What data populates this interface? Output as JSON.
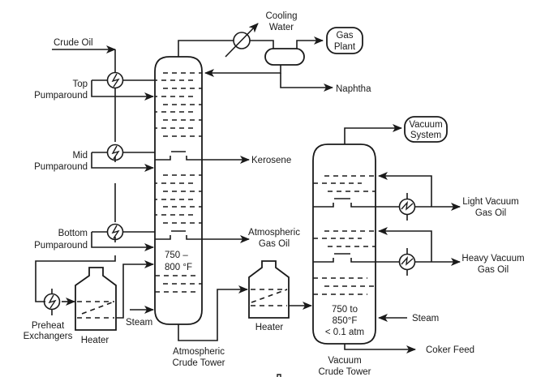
{
  "title": "Crude Oil Distillation Process Flow",
  "inputs": {
    "crude_oil": "Crude Oil",
    "cooling_water_1": "Cooling",
    "cooling_water_2": "Water",
    "steam_atm": "Steam",
    "steam_vac": "Steam"
  },
  "pumparounds": {
    "top_1": "Top",
    "top_2": "Pumparound",
    "mid_1": "Mid",
    "mid_2": "Pumparound",
    "bottom_1": "Bottom",
    "bottom_2": "Pumparound"
  },
  "equipment": {
    "preheat_1": "Preheat",
    "preheat_2": "Exchangers",
    "heater_1": "Heater",
    "heater_2": "Heater",
    "atm_tower_1": "Atmospheric",
    "atm_tower_2": "Crude Tower",
    "vac_tower_1": "Vacuum",
    "vac_tower_2": "Crude Tower"
  },
  "conditions": {
    "atm_temp_1": "750 –",
    "atm_temp_2": "800 °F",
    "vac_temp_1": "750 to",
    "vac_temp_2": "850°F",
    "vac_pressure": "< 0.1 atm"
  },
  "destinations": {
    "gas_plant_1": "Gas",
    "gas_plant_2": "Plant",
    "vacuum_system_1": "Vacuum",
    "vacuum_system_2": "System"
  },
  "products": {
    "naphtha": "Naphtha",
    "kerosene": "Kerosene",
    "ago_1": "Atmospheric",
    "ago_2": "Gas Oil",
    "lvgo_1": "Light Vacuum",
    "lvgo_2": "Gas Oil",
    "hvgo_1": "Heavy Vacuum",
    "hvgo_2": "Gas Oil",
    "coker_feed": "Coker Feed"
  }
}
